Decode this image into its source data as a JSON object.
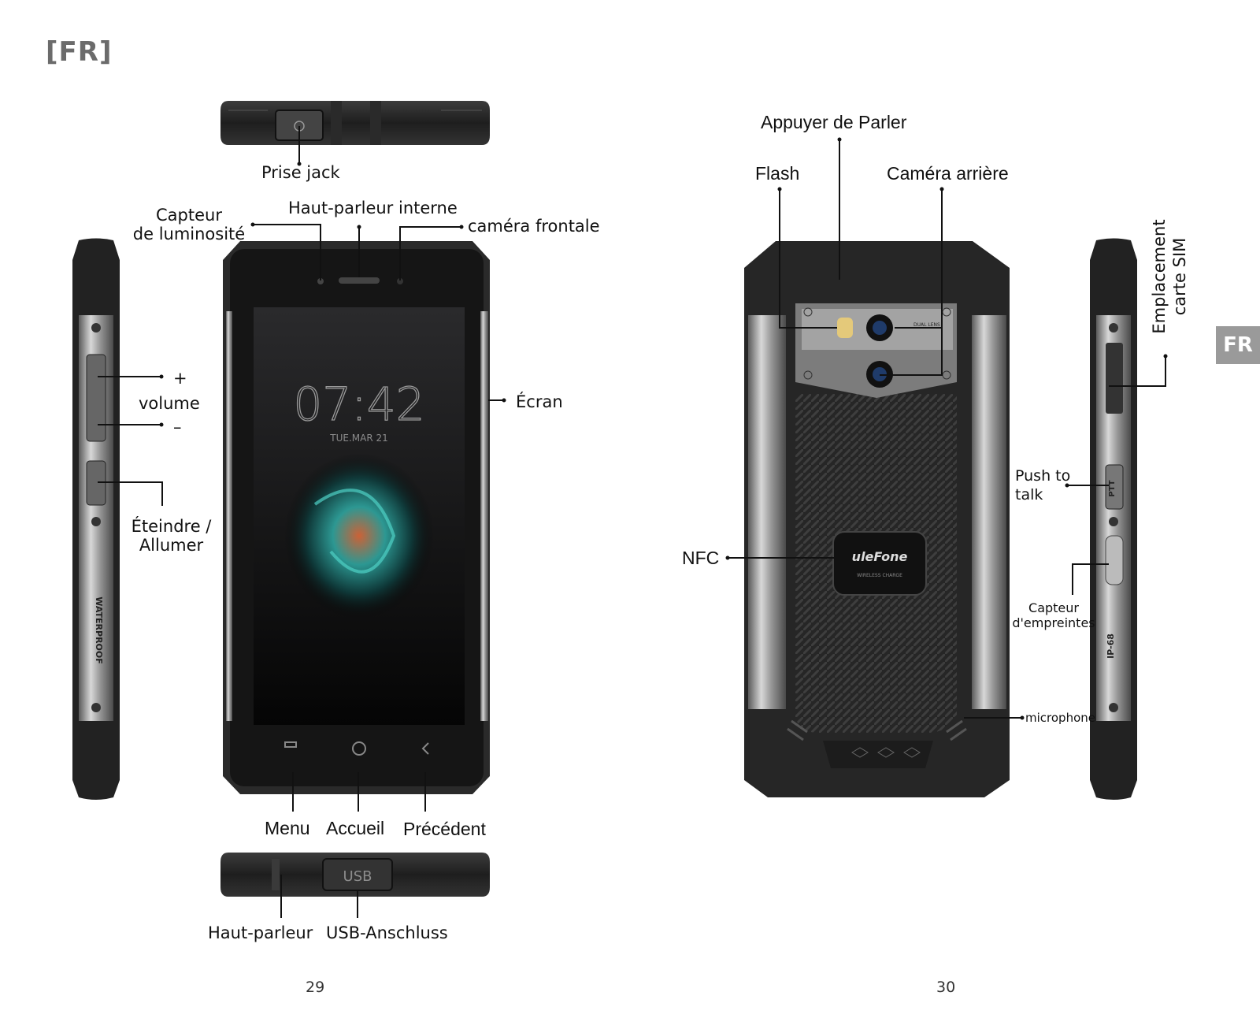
{
  "header": {
    "lang_marker": "[FR]"
  },
  "side_tab": {
    "label": "FR"
  },
  "front": {
    "prise_jack": "Prise jack",
    "capteur_line1": "Capteur",
    "capteur_line2": "de luminosité",
    "haut_parleur_interne": "Haut-parleur interne",
    "camera_frontale": "caméra frontale",
    "volume_plus": "+",
    "volume": "volume",
    "volume_minus": "–",
    "eteindre_line1": "Éteindre /",
    "eteindre_line2": "Allumer",
    "ecran": "Écran",
    "menu": "Menu",
    "accueil": "Accueil",
    "precedent": "Précédent",
    "haut_parleur": "Haut-parleur",
    "usb": "USB-Anschluss",
    "screen_time": "07:42",
    "screen_date": "TUE.MAR 21",
    "side_text": "WATERPROOF",
    "usb_port_text": "USB"
  },
  "back": {
    "appuyer": "Appuyer de Parler",
    "flash": "Flash",
    "camera_arriere": "Caméra arrière",
    "emplacement_line1": "Emplacement",
    "emplacement_line2": "carte SIM",
    "push_line1": "Push to",
    "push_line2": "talk",
    "nfc": "NFC",
    "capteur_emp_line1": "Capteur",
    "capteur_emp_line2": "d'empreintes",
    "microphone": "microphone",
    "brand": "uleFone",
    "wireless": "WIRELESS CHARGE",
    "dual_lens": "DUAL LENS",
    "ip": "IP-68",
    "ptt": "PTT"
  },
  "pages": {
    "left": "29",
    "right": "30"
  }
}
